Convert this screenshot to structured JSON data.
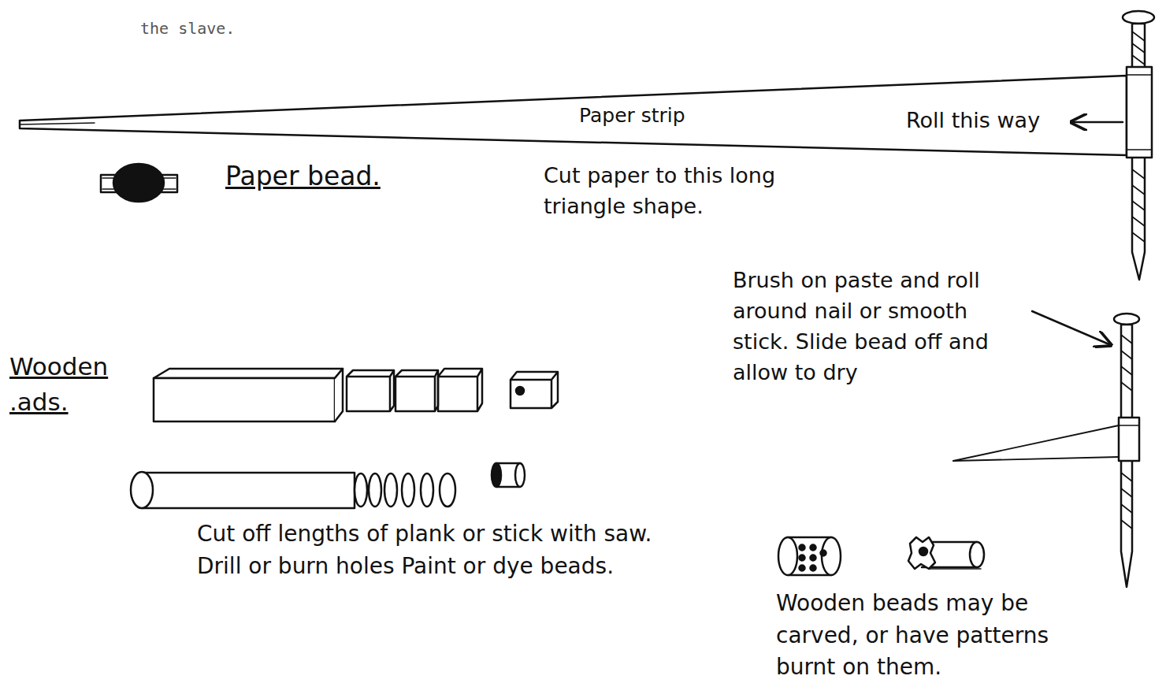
{
  "diagram": {
    "labels": [
      "the slave.",
      "Paper strip",
      "Roll this way",
      "Paper bead.",
      "Cut paper to this long triangle shape.",
      "Brush on paste and roll around nail or smooth stick. Slide bead off and allow to dry",
      "Wooden .ads.",
      "Cut off lengths of plank or stick with saw. Drill or burn holes Paint or dye beads.",
      "Wooden beads may be carved, or have patterns burnt on them."
    ]
  }
}
